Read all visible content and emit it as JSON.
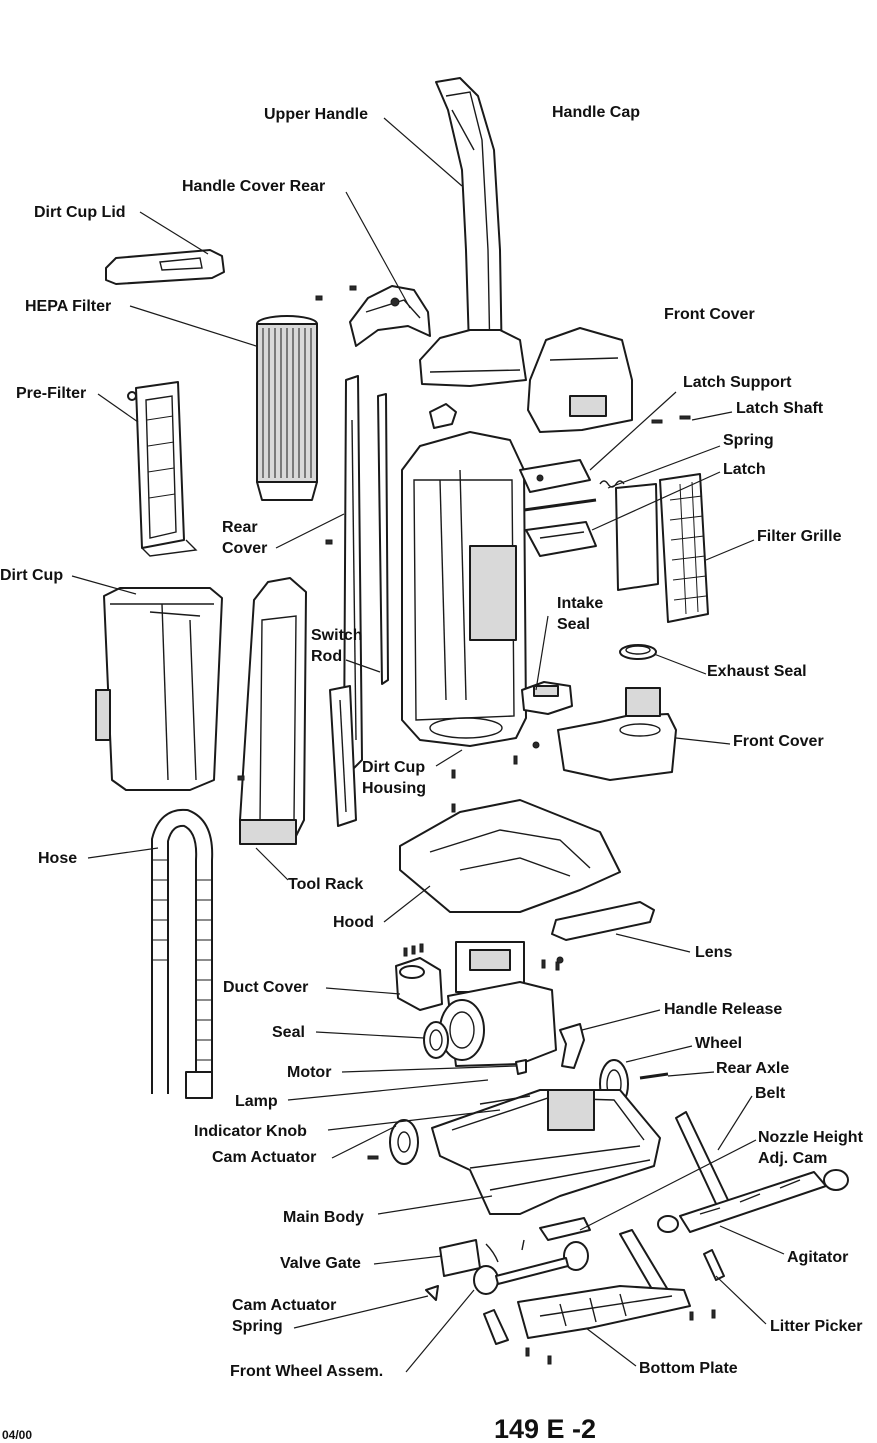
{
  "labels": {
    "upper_handle": "Upper Handle",
    "handle_cap": "Handle Cap",
    "handle_cover_rear": "Handle Cover Rear",
    "dirt_cup_lid": "Dirt Cup Lid",
    "hepa_filter": "HEPA Filter",
    "front_cover_top": "Front Cover",
    "latch_support": "Latch Support",
    "latch_shaft": "Latch Shaft",
    "spring": "Spring",
    "latch": "Latch",
    "pre_filter": "Pre-Filter",
    "rear_cover": "Rear\nCover",
    "filter_grille": "Filter Grille",
    "dirt_cup": "Dirt Cup",
    "intake_seal": "Intake\nSeal",
    "switch_rod": "Switch\nRod",
    "exhaust_seal": "Exhaust Seal",
    "front_cover_bottom": "Front Cover",
    "dirt_cup_housing": "Dirt Cup\nHousing",
    "hose": "Hose",
    "tool_rack": "Tool Rack",
    "hood": "Hood",
    "lens": "Lens",
    "duct_cover": "Duct Cover",
    "handle_release": "Handle Release",
    "seal": "Seal",
    "wheel": "Wheel",
    "motor": "Motor",
    "rear_axle": "Rear Axle",
    "lamp": "Lamp",
    "belt": "Belt",
    "indicator_knob": "Indicator Knob",
    "nozzle_height_adj_cam": "Nozzle Height\nAdj. Cam",
    "cam_actuator": "Cam Actuator",
    "main_body": "Main Body",
    "agitator": "Agitator",
    "valve_gate": "Valve Gate",
    "cam_actuator_spring": "Cam Actuator\nSpring",
    "litter_picker": "Litter Picker",
    "front_wheel_assem": "Front Wheel Assem.",
    "bottom_plate": "Bottom Plate"
  },
  "footer": {
    "date": "04/00",
    "page_code": "149 E -2"
  }
}
